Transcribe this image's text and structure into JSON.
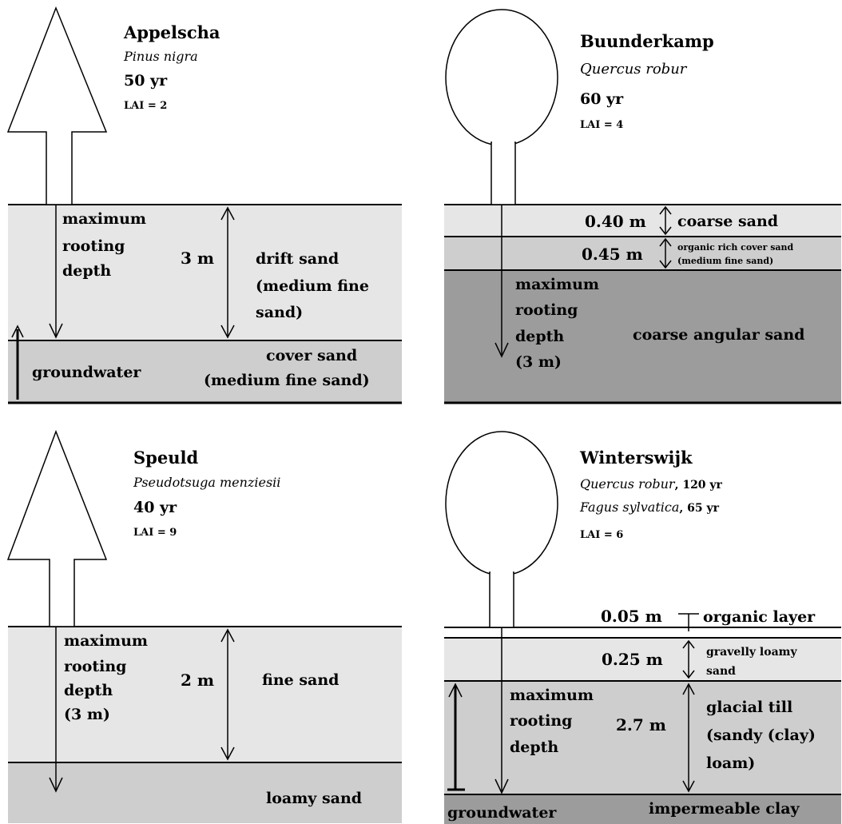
{
  "colors": {
    "light_soil": "#e6e6e6",
    "mid_soil": "#cecece",
    "dark_soil": "#9c9c9c",
    "line": "#000000"
  },
  "panels": {
    "appelscha": {
      "site": "Appelscha",
      "species": "Pinus nigra",
      "age": "50 yr",
      "lai": "LAI = 2",
      "rooting": [
        "maximum",
        "rooting",
        "depth"
      ],
      "depth": "3 m",
      "layer1": [
        "drift sand",
        "(medium fine",
        "sand)"
      ],
      "layer2": [
        "cover sand",
        "(medium fine sand)"
      ],
      "groundwater": "groundwater"
    },
    "buunderkamp": {
      "site": "Buunderkamp",
      "species": "Quercus robur",
      "age": "60 yr",
      "lai": "LAI = 4",
      "d1": "0.40 m",
      "l1": "coarse sand",
      "d2": "0.45 m",
      "l2": [
        "organic rich cover sand",
        "(medium fine sand)"
      ],
      "rooting": [
        "maximum",
        "rooting",
        "depth",
        "(3 m)"
      ],
      "l3": "coarse angular sand"
    },
    "speuld": {
      "site": "Speuld",
      "species": "Pseudotsuga menziesii",
      "age": "40 yr",
      "lai": "LAI = 9",
      "rooting": [
        "maximum",
        "rooting",
        "depth",
        "(3 m)"
      ],
      "depth": "2 m",
      "layer1": "fine sand",
      "layer2": "loamy sand"
    },
    "winterswijk": {
      "site": "Winterswijk",
      "species1": "Quercus robur",
      "age1": ", 120 yr",
      "species2": "Fagus sylvatica",
      "age2": ", 65 yr",
      "lai": "LAI = 6",
      "d0": "0.05 m",
      "l0": "organic layer",
      "d1": "0.25 m",
      "l1": [
        "gravelly loamy",
        "sand"
      ],
      "rooting": [
        "maximum",
        "rooting",
        "depth"
      ],
      "depth": "2.7 m",
      "l2": [
        "glacial till",
        "(sandy (clay)",
        "loam)"
      ],
      "groundwater": "groundwater",
      "l3": "impermeable clay"
    }
  }
}
